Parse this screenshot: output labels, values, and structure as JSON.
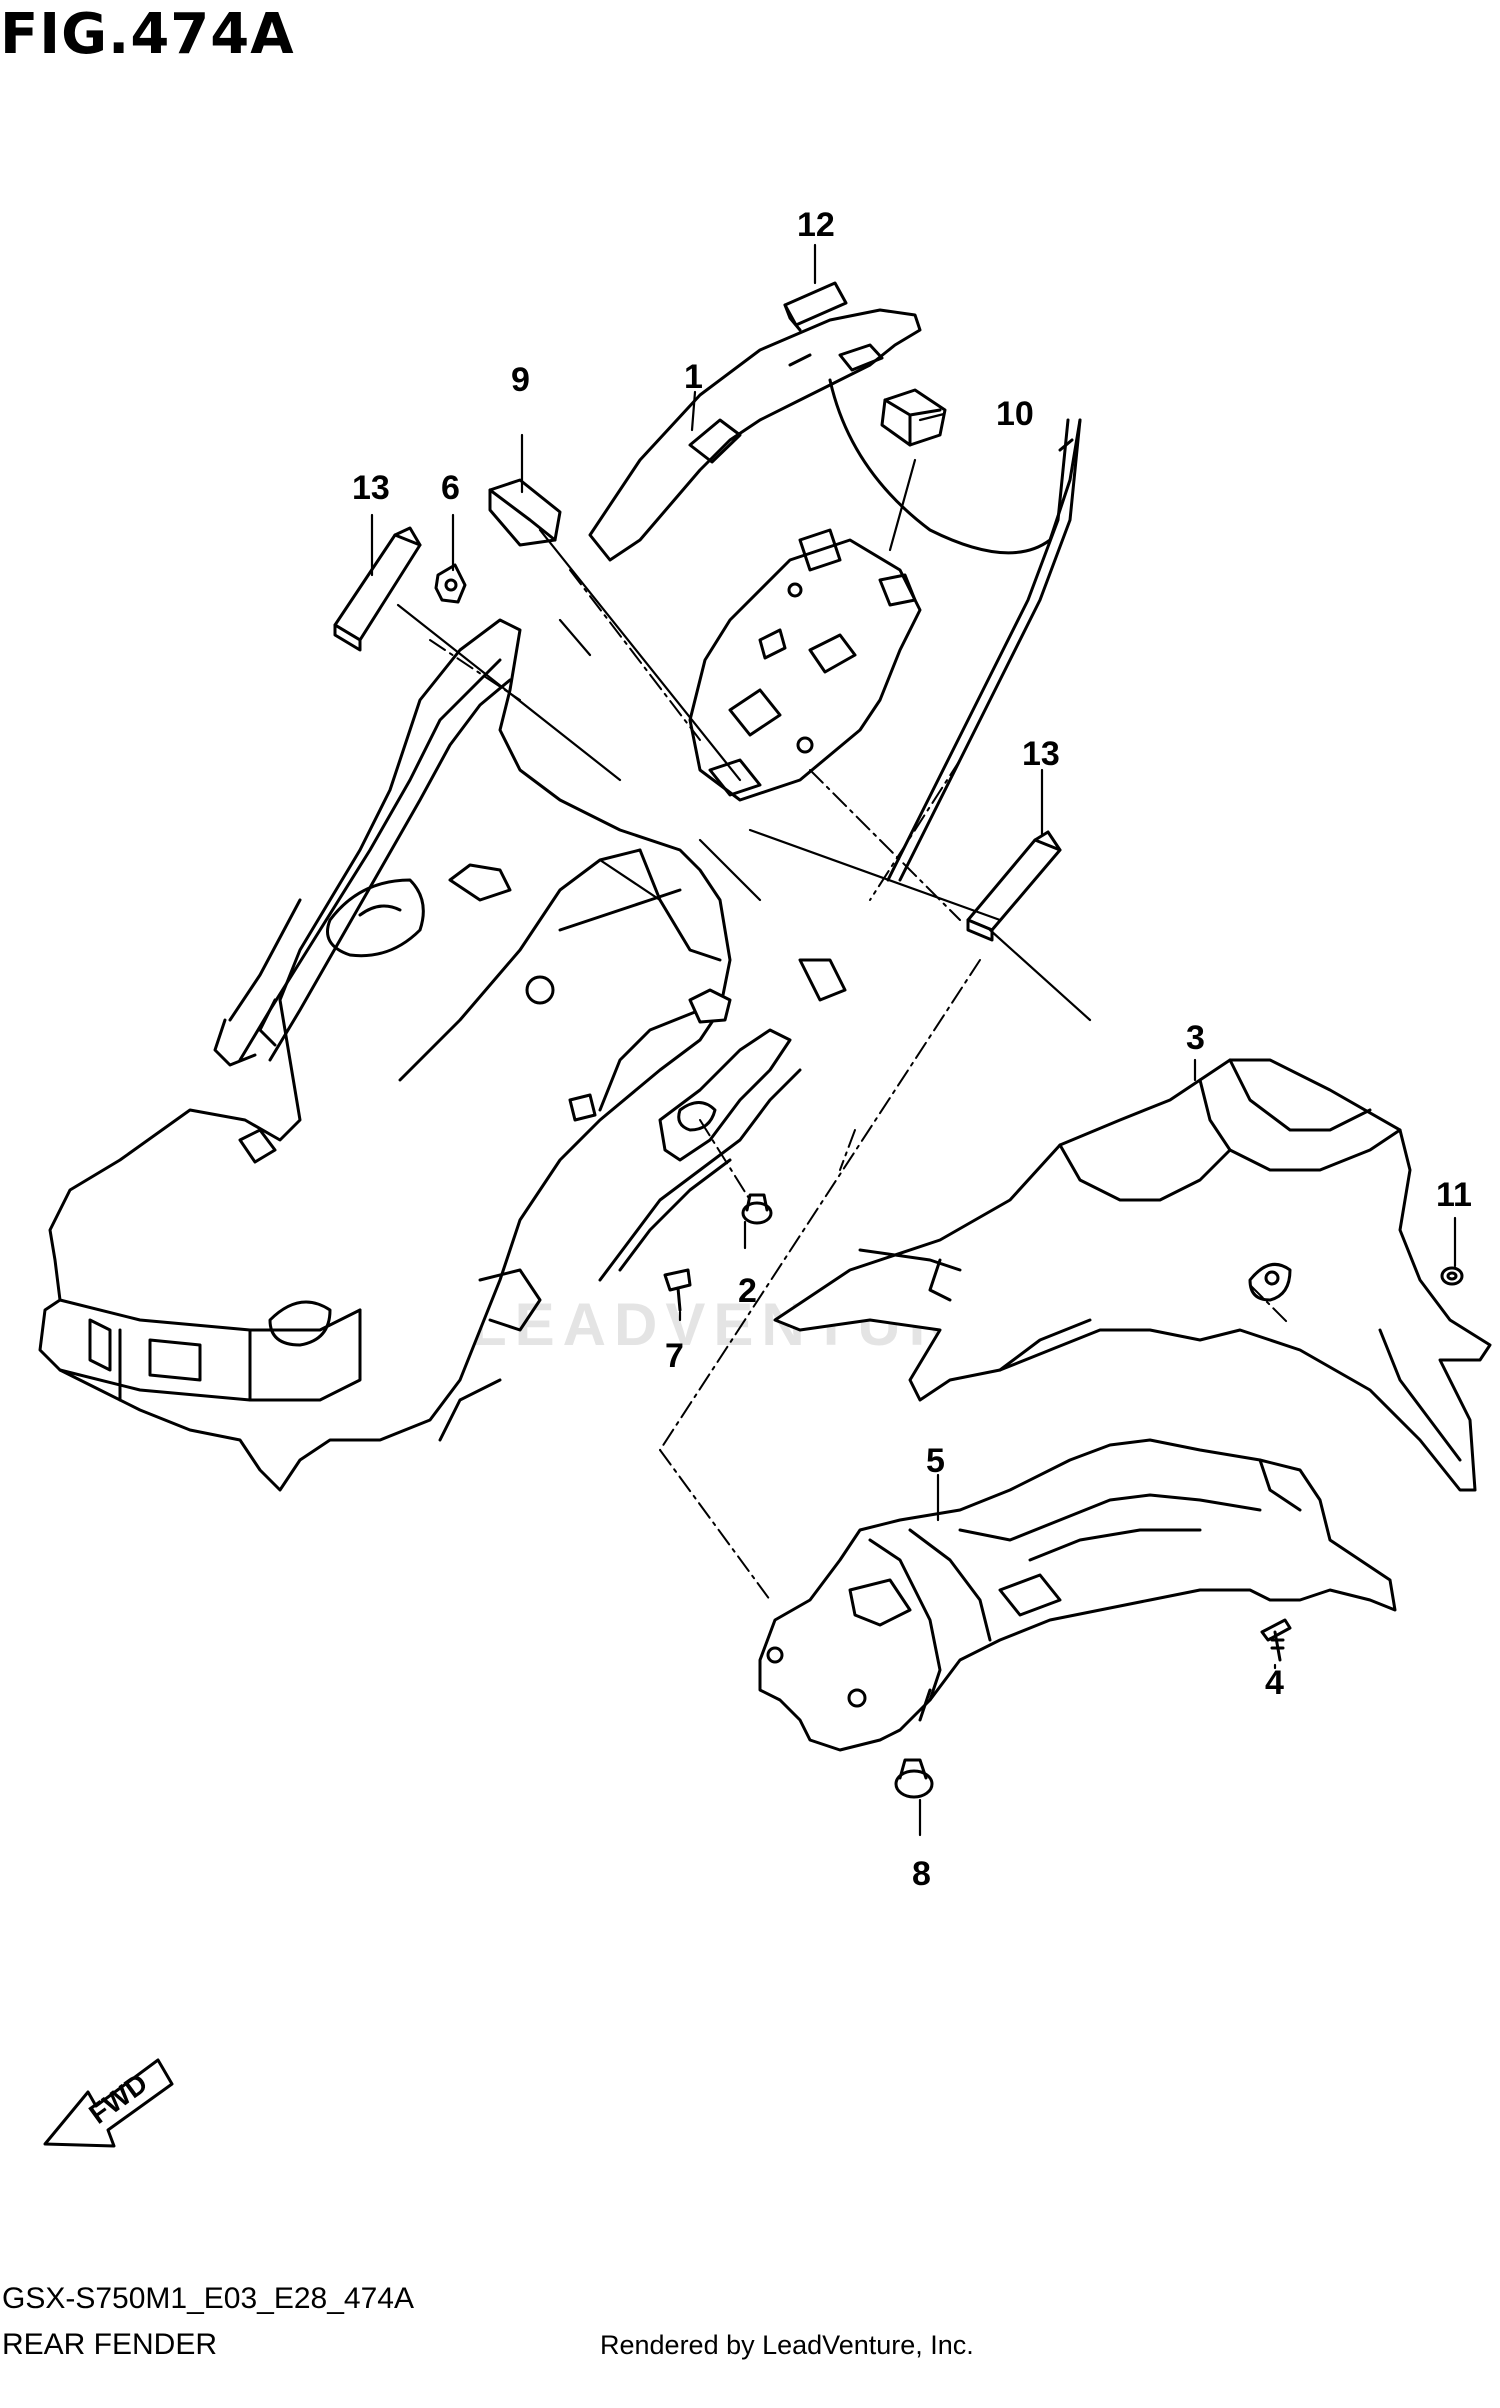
{
  "figure_title": "FIG.474A",
  "model_code": "GSX-S750M1_E03_E28_474A",
  "section_name": "REAR FENDER",
  "credit": "Rendered by LeadVenture, Inc.",
  "watermark": "LEADVENTURE",
  "direction_label": "FWD",
  "callouts": {
    "c1": "1",
    "c2": "2",
    "c3": "3",
    "c4": "4",
    "c5": "5",
    "c6": "6",
    "c7": "7",
    "c8": "8",
    "c9": "9",
    "c10": "10",
    "c11": "11",
    "c12": "12",
    "c13a": "13",
    "c13b": "13"
  },
  "colors": {
    "line": "#000000",
    "background": "#ffffff",
    "watermark": "#e4e4e4"
  }
}
